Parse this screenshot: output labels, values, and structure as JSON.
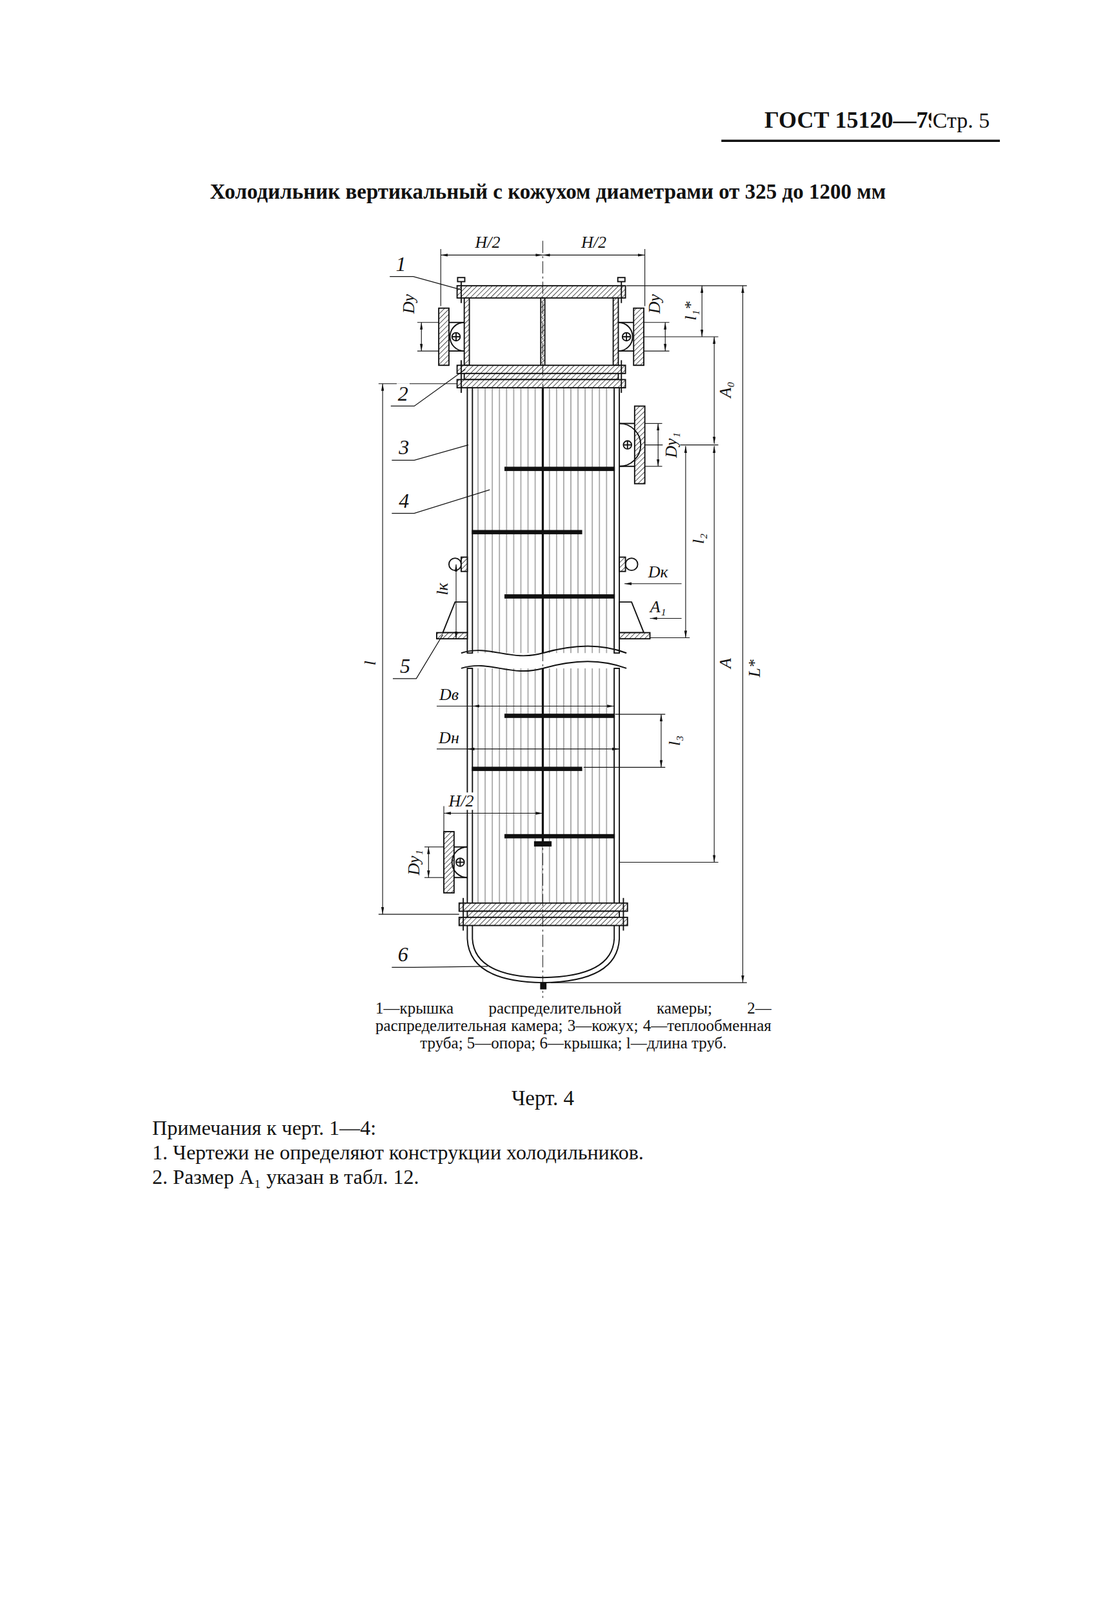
{
  "diagram": {
    "title": "Холодильник вертикальный с кожухом диаметрами от 325 до 1200 мм",
    "caption": "1—крышка распределительной камеры; 2—распределительная камера; 3—кожух; 4—теплообменная труба; 5—опора; 6—крышка; l—длина труб.",
    "labels": [
      "ГОСТ 15120—79",
      "Стр. 5",
      "H/2",
      "H/2",
      "1",
      "Dу",
      "Dу",
      "l₁*",
      "2",
      "A₀",
      "Dу₁",
      "3",
      "4",
      "l₂",
      "lк",
      "Dк",
      "A₁",
      "5",
      "l",
      "A",
      "L*",
      "Dв",
      "Dн",
      "l₃",
      "H/2",
      "Dу₁",
      "6",
      "Черт. 4",
      "Примечания к черт. 1—4:",
      "1. Чертежи не определяют конструкции холодильников.",
      "2. Размер A₁ указан в табл. 12."
    ]
  }
}
